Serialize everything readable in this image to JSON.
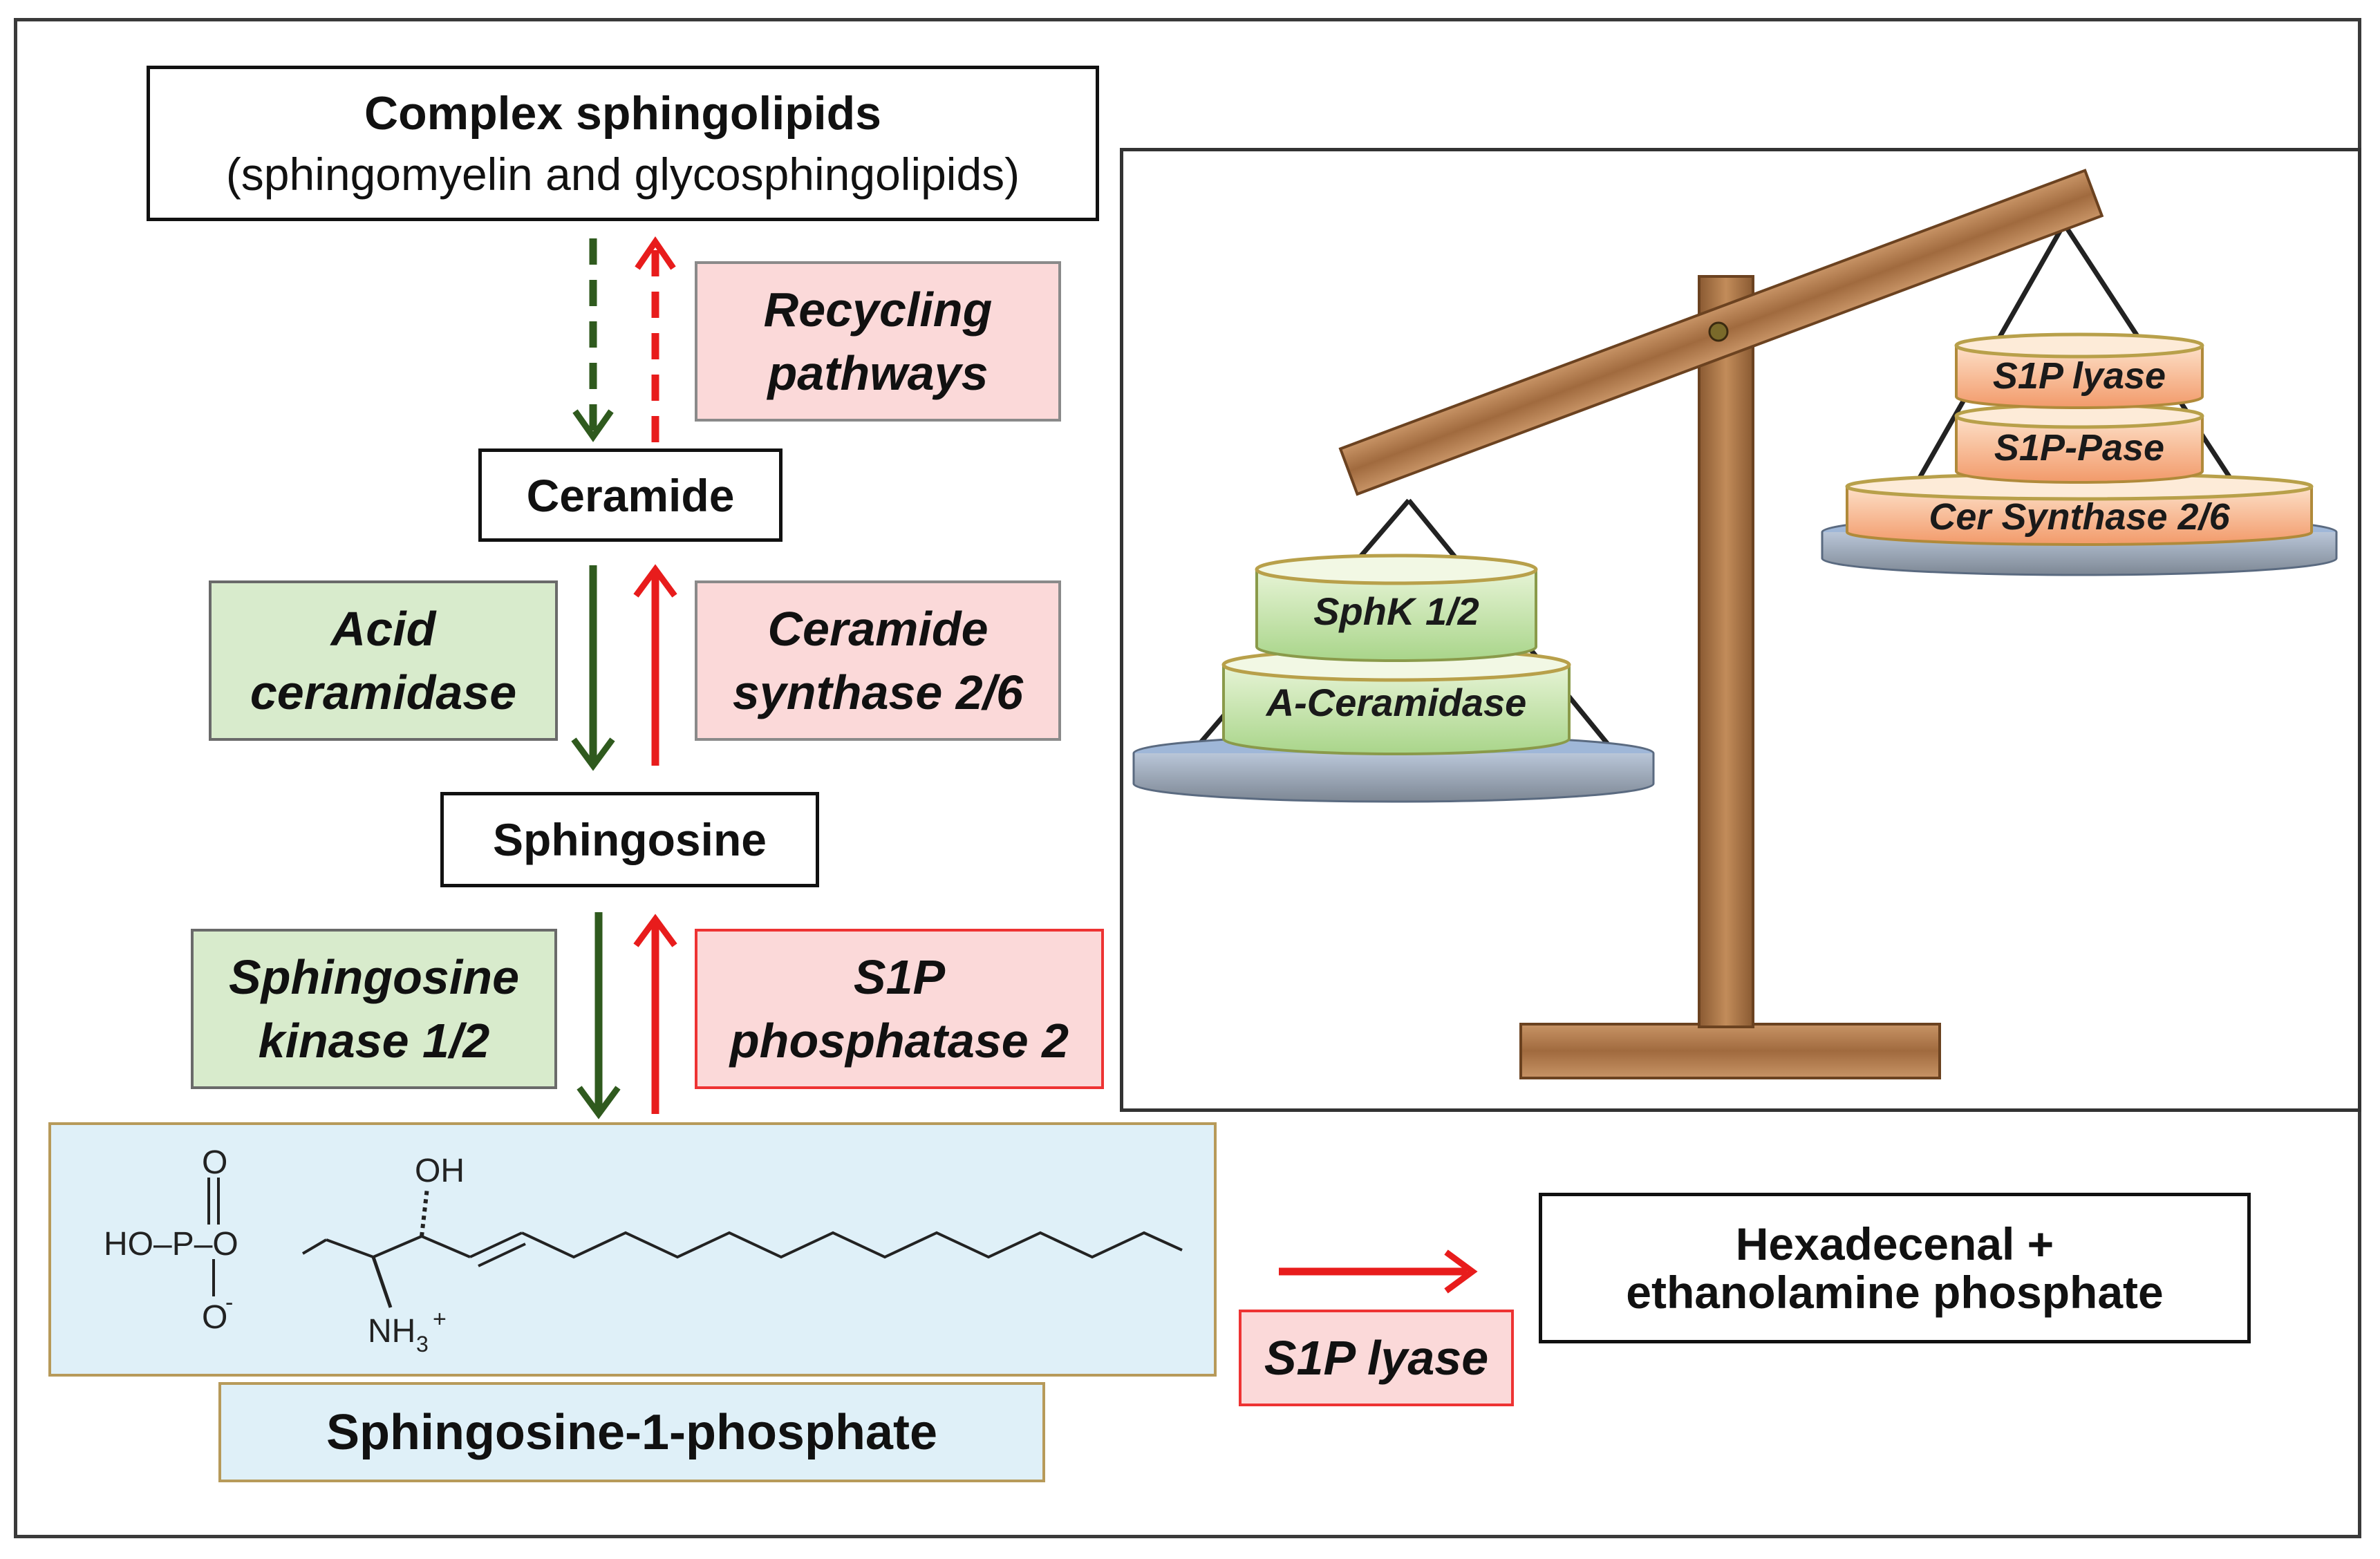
{
  "complex": {
    "title": "Complex sphingolipids",
    "subtitle": "(sphingomyelin and glycosphingolipids)"
  },
  "recycling": {
    "line1": "Recycling",
    "line2": "pathways"
  },
  "ceramide": "Ceramide",
  "acid_ceramidase": {
    "line1": "Acid",
    "line2": "ceramidase"
  },
  "ceramide_synthase": {
    "line1": "Ceramide",
    "line2": "synthase 2/6"
  },
  "sphingosine": "Sphingosine",
  "sphk": {
    "line1": "Sphingosine",
    "line2": "kinase 1/2"
  },
  "s1p_phosphatase": {
    "line1": "S1P",
    "line2": "phosphatase 2"
  },
  "structure": {
    "oh": "OH",
    "o_top": "O",
    "ho_p": "HO–P–O",
    "o_minus": "O",
    "minus": "-",
    "nh3": "NH",
    "sub3": "3",
    "plus": "+"
  },
  "s1p_label": "Sphingosine-1-phosphate",
  "s1p_lyase": "S1P lyase",
  "products": {
    "line1": "Hexadecenal +",
    "line2": "ethanolamine phosphate"
  },
  "scale": {
    "left": [
      "SphK 1/2",
      "A-Ceramidase"
    ],
    "right": [
      "S1P lyase",
      "S1P-Pase",
      "Cer Synthase 2/6"
    ]
  },
  "colors": {
    "green_arrow": "#2f5a1e",
    "red_arrow": "#e81c1c",
    "wood": "#b07a4a"
  }
}
